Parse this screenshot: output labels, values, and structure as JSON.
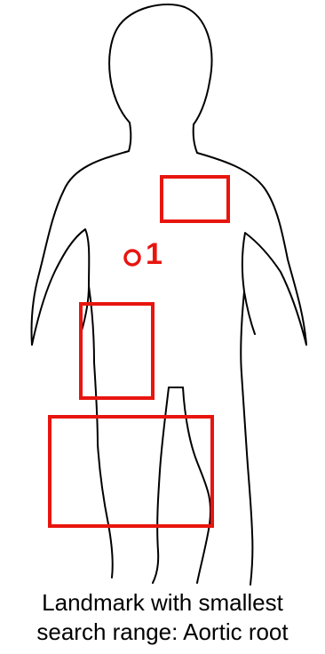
{
  "figure": {
    "marker_label": "1",
    "caption_line1": "Landmark with smallest",
    "caption_line2": "search range: Aortic root",
    "colors": {
      "outline": "#000000",
      "highlight": "#e8150f",
      "background": "#ffffff"
    }
  }
}
